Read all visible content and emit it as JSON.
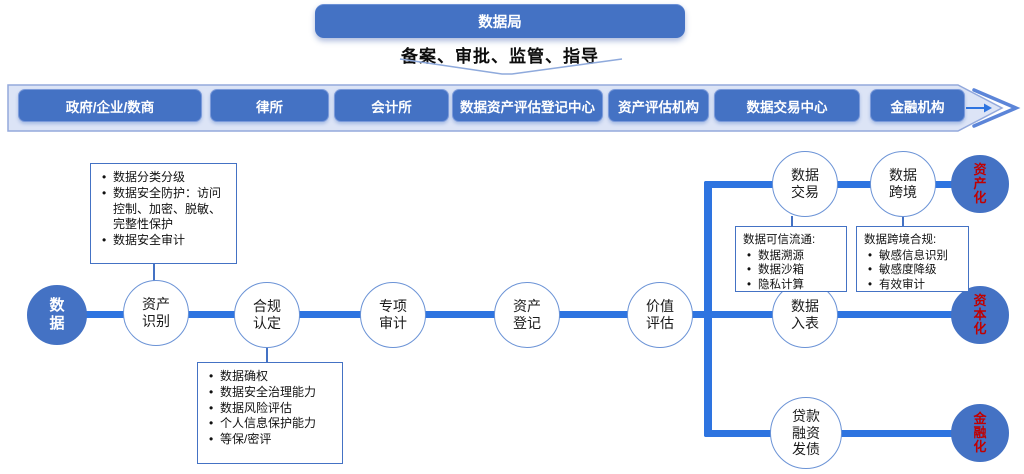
{
  "palette": {
    "accent_blue": "#4472C4",
    "line_blue": "#2E74E0",
    "band_bg": "#DCE4F6",
    "band_border": "#93A9DC",
    "end_text_red": "#C00000"
  },
  "header": {
    "bureau": "数据局",
    "supervision": "备案、审批、监管、指导"
  },
  "band": {
    "entities": [
      "政府/企业/数商",
      "律所",
      "会计所",
      "数据资产评估登记中心",
      "资产评估机构",
      "数据交易中心",
      "金融机构"
    ]
  },
  "flow": {
    "start": "数\n据",
    "steps": [
      "资产\n识别",
      "合规\n认定",
      "专项\n审计",
      "资产\n登记",
      "价值\n评估"
    ],
    "top_branch": {
      "nodes": [
        "数据\n交易",
        "数据\n跨境"
      ],
      "end": "资\n产\n化"
    },
    "mid_branch": {
      "nodes": [
        "数据\n入表"
      ],
      "end": "资\n本\n化"
    },
    "bottom_branch": {
      "nodes": [
        "贷款\n融资\n发债"
      ],
      "end": "金\n融\n化"
    }
  },
  "callouts": {
    "identify": {
      "items": [
        "数据分类分级",
        "数据安全防护：访问控制、加密、脱敏、完整性保护",
        "数据安全审计"
      ]
    },
    "compliance": {
      "items": [
        "数据确权",
        "数据安全治理能力",
        "数据风险评估",
        "个人信息保护能力",
        "等保/密评"
      ]
    },
    "trusted_flow": {
      "title": "数据可信流通:",
      "items": [
        "数据溯源",
        "数据沙箱",
        "隐私计算"
      ]
    },
    "cross_border": {
      "title": "数据跨境合规:",
      "items": [
        "敏感信息识别",
        "敏感度降级",
        "有效审计"
      ]
    }
  }
}
